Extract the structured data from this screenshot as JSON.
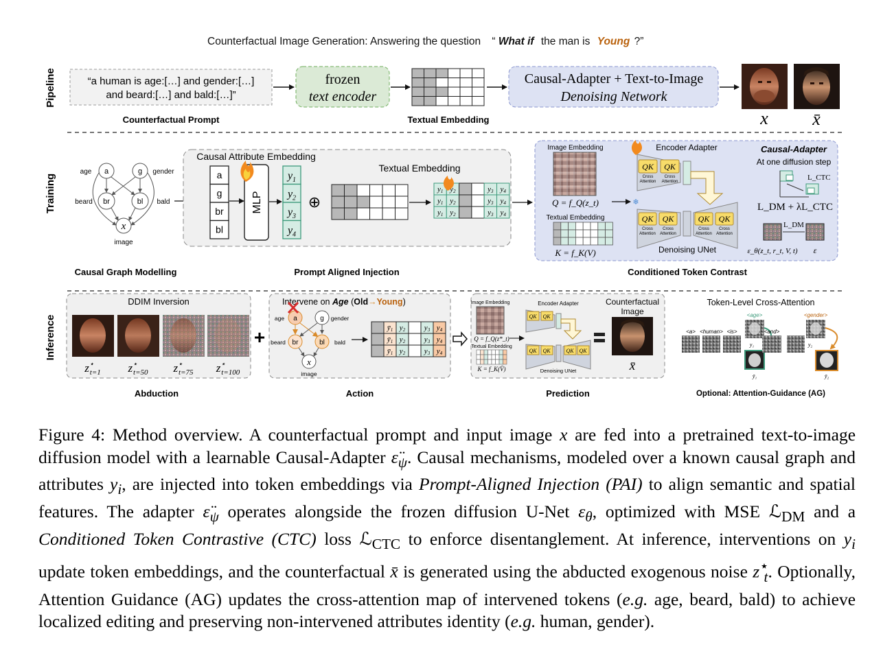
{
  "header": {
    "prefix": "Counterfactual Image Generation: Answering the question",
    "quote_open": "“",
    "what_if": "What if",
    "middle": "the man is",
    "young": "Young",
    "quote_close": "?”"
  },
  "rows": {
    "pipeline": "Pipeline",
    "training": "Training",
    "inference": "Inference"
  },
  "pipeline": {
    "prompt_line1": "“a human is age:[…] and gender:[…]",
    "prompt_line2": "and beard:[…] and bald:[…]”",
    "prompt_label": "Counterfactual Prompt",
    "encoder_line1": "frozen",
    "encoder_line2": "text encoder",
    "embedding_label": "Textual Embedding",
    "network_line1": "Causal-Adapter + Text-to-Image",
    "network_line2": "Denoising Network",
    "x_label": "x",
    "xbar_label": "x̄"
  },
  "training": {
    "graph": {
      "age": "age",
      "gender": "gender",
      "beard": "beard",
      "bald": "bald",
      "a": "a",
      "g": "g",
      "br": "br",
      "bl": "bl",
      "x": "x",
      "image": "image"
    },
    "graph_label": "Causal Graph Modelling",
    "cae_title": "Causal Attribute Embedding",
    "attrs": [
      "a",
      "g",
      "br",
      "bl"
    ],
    "mlp": "MLP",
    "y_tokens": [
      "y1",
      "y2",
      "y3",
      "y4"
    ],
    "oplus": "⊕",
    "textual_embedding": "Textual Embedding",
    "pai_label": "Prompt Aligned Injection",
    "image_embedding": "Image Embedding",
    "q_eq": "Q = f_Q(z_t)",
    "textual_embedding_small": "Textual Embedding",
    "k_eq": "K = f_K(V)",
    "encoder_adapter": "Encoder Adapter",
    "qk": "QK",
    "cross_attention": [
      "Cross",
      "Attention"
    ],
    "denoising_unet": "Denoising UNet",
    "causal_adapter_title": "Causal-Adapter",
    "one_step": "At one diffusion step",
    "l_ctc": "L_CTC",
    "loss_total": "L_DM + λL_CTC",
    "l_dm": "L_DM",
    "eps_theta": "ε_θ(z_t, r_t, V, t)",
    "eps": "ε",
    "ctc_label": "Conditioned Token Contrast"
  },
  "inference": {
    "ddim_title": "DDIM Inversion",
    "z_labels": [
      "z*_{t=1}",
      "z*_{t=50}",
      "z*_{t=75}",
      "z*_{t=100}"
    ],
    "abduction": "Abduction",
    "intervene_prefix": "Intervene on",
    "intervene_age": "Age",
    "intervene_old": "Old",
    "intervene_arrow": "→",
    "intervene_young": "Young",
    "action": "Action",
    "cf_title_1": "Counterfactual",
    "cf_title_2": "Image",
    "cf_xbar": "x̄",
    "prediction": "Prediction",
    "token_title": "Token-Level Cross-Attention",
    "tok_a": "<a>",
    "tok_human": "<human>",
    "tok_is": "<is>",
    "tok_age": "<age>",
    "tok_and": "<and>",
    "tok_gender": "<gender>",
    "ag_label": "Optional: Attention-Guidance (AG)"
  },
  "colors": {
    "encoder_fill": "#dbead6",
    "encoder_stroke": "#6fae5c",
    "network_fill": "#dde2f3",
    "network_stroke": "#8a96cf",
    "token_fill": "#d5ece4",
    "token_stroke": "#3d9a7b",
    "grey_cell": "#b8b8b8",
    "young_orange": "#b9610c",
    "cross_red": "#d62d2d"
  },
  "caption": {
    "label": "Figure 4:",
    "s1": "Method overview.  A counterfactual prompt and input image",
    "x": "x",
    "s2": "are fed into a pretrained text-to-image diffusion model with a learnable Causal-Adapter",
    "eps_psi": "ε̈",
    "psi": "ψ",
    "s3": ". Causal mechanisms, modeled over a known causal graph and attributes",
    "y": "y",
    "i": "i",
    "s4": ", are injected into token embeddings via",
    "pai": "Prompt-Aligned Injection (PAI)",
    "s5": "to align semantic and spatial features. The adapter",
    "s6": "operates alongside the frozen diffusion U-Net",
    "eps_theta": "ε",
    "theta": "θ",
    "s7": ", optimized with MSE",
    "L": "ℒ",
    "DM": "DM",
    "s8": "and a",
    "ctc": "Conditioned Token Contrastive (CTC)",
    "s9": "loss",
    "CTC": "CTC",
    "s10": "to enforce disentanglement.  At inference, interventions on",
    "s11": "update token embeddings, and the counterfactual",
    "xbar": "x̄",
    "s12": "is generated using the abducted exogenous noise",
    "z": "z",
    "t": "t",
    "star": "⋆",
    "s13": ". Optionally, Attention Guidance (AG) updates the cross-attention map of intervened tokens (",
    "eg1": "e.g.",
    "s14": "age, beard, bald) to achieve localized editing and preserving non-intervened attributes identity (",
    "eg2": "e.g.",
    "s15": "human, gender)."
  }
}
